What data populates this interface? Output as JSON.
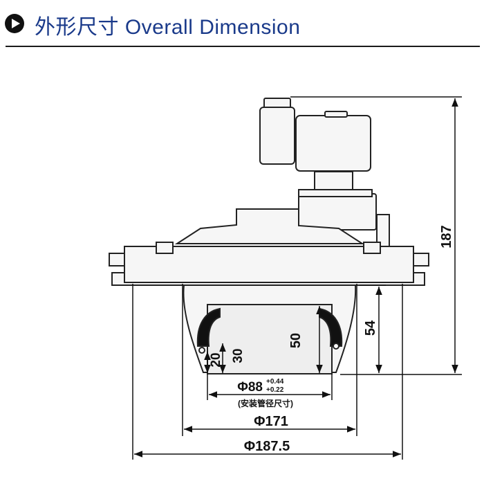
{
  "header": {
    "title": "外形尺寸 Overall Dimension",
    "icon": "play-circle-icon",
    "accent_color": "#1a3a8a"
  },
  "dimensions": {
    "overall_height": "187",
    "body_height": "54",
    "outlet_depth": "50",
    "dim_30": "30",
    "dim_20": "20",
    "outlet_diameter": "Φ88",
    "tolerance_upper": "+0.44",
    "tolerance_lower": "+0.22",
    "outlet_note": "(安装管径尺寸)",
    "body_diameter": "Φ171",
    "flange_diameter": "Φ187.5"
  }
}
